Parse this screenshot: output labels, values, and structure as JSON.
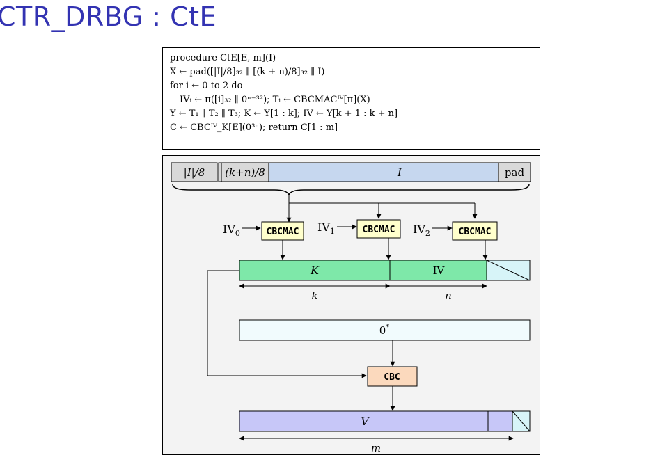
{
  "slide": {
    "title": "CTR_DRBG : CtE"
  },
  "procedure": {
    "lines": [
      "procedure CtE[E, m](I)",
      "X ← pad([|I|/8]₃₂ ∥ [(k + n)/8]₃₂ ∥ I)",
      "for i ← 0 to 2 do",
      "IVᵢ ← π([i]₃₂ ∥ 0ⁿ⁻³²);  Tᵢ ← CBCMACᴵⱽ[π](X)",
      "Y ← T₁ ∥ T₂ ∥ T₃;  K ← Y[1 : k];  IV ← Y[k + 1 : k + n]",
      "C ← CBCᴵⱽ_K[E](0³ⁿ);  return C[1 : m]"
    ]
  },
  "diagram": {
    "input_fields": {
      "len_i": "|I|/8",
      "len_kn": "(k+n)/8",
      "input": "I",
      "pad": "pad"
    },
    "cbcmac_label": "CBCMAC",
    "iv_labels": [
      "IV0",
      "IV1",
      "IV2"
    ],
    "key_label": "K",
    "iv_label": "IV",
    "k_label": "k",
    "n_label": "n",
    "zero_label": "0*",
    "cbc_label": "CBC",
    "v_label": "V",
    "m_label": "m"
  },
  "colors": {
    "title": "#3333b2",
    "input_gray": "#d9d9d9",
    "input_blue": "#c6d7ef",
    "cbcmac_yellow": "#ffffcc",
    "key_green": "#7ee8a9",
    "iv_leftover_cyan": "#d7f4f8",
    "zero_box": "#f1fbfd",
    "cbc_orange": "#fbd9bd",
    "v_purple": "#c7c7f8"
  }
}
